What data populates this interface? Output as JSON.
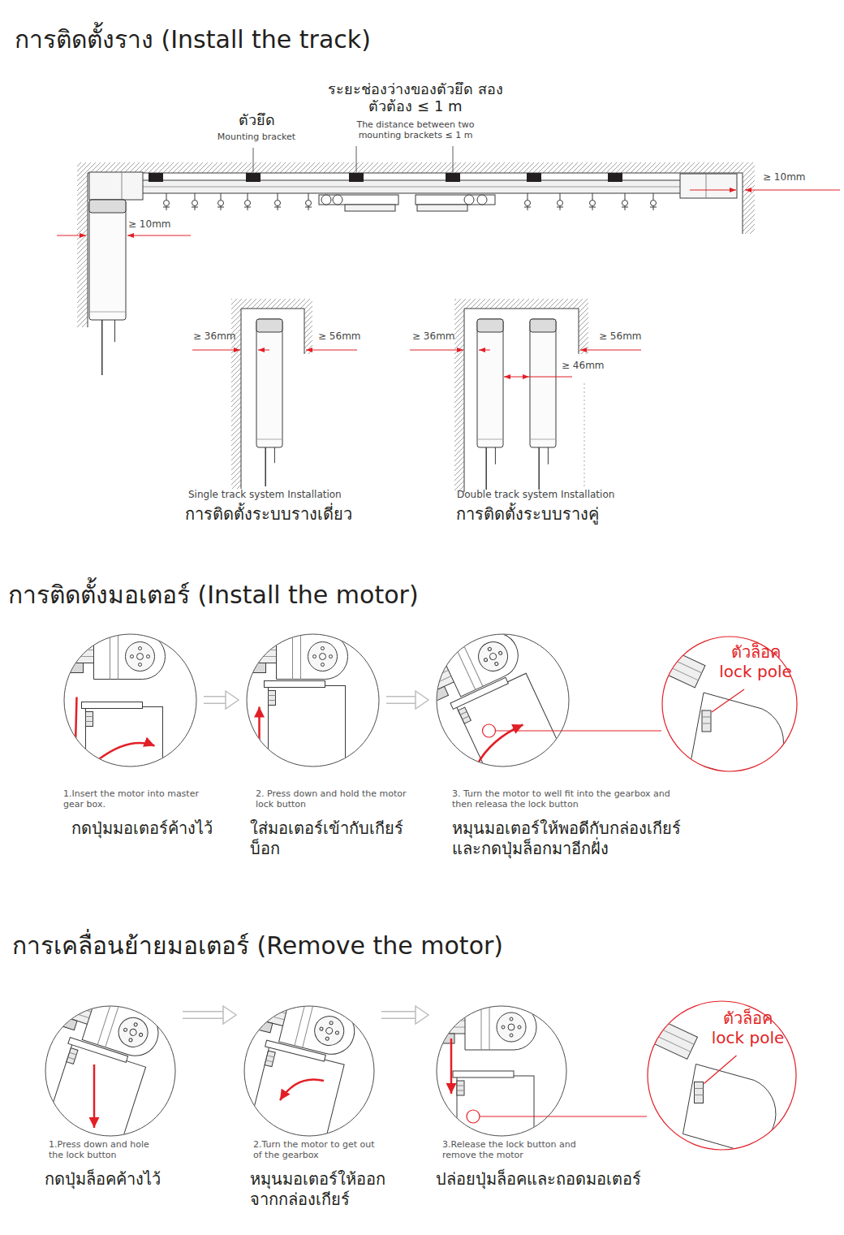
{
  "diagram": {
    "nodes": [
      {
        "text": [
          "1.Insert the motor into master gear box.",
          "กดปุ่มมอเตอร์ค้างไว้"
        ]
      },
      {
        "text": [
          "2. Press down and hold the motor lock button",
          "ใส่มอเตอร์เข้ากับเกียร์ บ็อก"
        ]
      },
      {
        "text": [
          "3. Turn the motor to well fit into the gearbox and then releasa the lock button",
          "หมุนมอเตอร์ให้พอดีกับกล่องเกียร์ และกดปุ่มล็อกมาอีกฝั่ง"
        ]
      },
      {
        "text": [
          "ตัวล็อค",
          "lock pole"
        ]
      },
      {
        "text": [
          "1.Press down and hole the lock button",
          "กดปุ่มล็อคค้างไว้"
        ]
      },
      {
        "text": [
          "2.Turn the motor to get out of the gearbox",
          "หมุนมอเตอร์ให้ออก จากกล่องเกียร์"
        ]
      },
      {
        "text": [
          "3.Release the lock button and remove the motor",
          "ปล่อยปุ่มล็อคและถอดมอเตอร์"
        ]
      },
      {
        "text": [
          "ตัวล็อค",
          "lock pole"
        ]
      }
    ],
    "edges": [
      {
        "from": 0,
        "to": 1,
        "arrow": "to"
      },
      {
        "from": 1,
        "to": 2,
        "arrow": "to"
      },
      {
        "from": 2,
        "to": 3,
        "arrow": "none"
      },
      {
        "from": 4,
        "to": 5,
        "arrow": "to"
      },
      {
        "from": 5,
        "to": 6,
        "arrow": "to"
      },
      {
        "from": 6,
        "to": 7,
        "arrow": "none"
      }
    ],
    "labels": [
      "การติดตั้งราง (Install the track)",
      "ระยะช่องว่างของตัวยึด สองตัวต้อง ≤ 1 m",
      "The distance between two mounting brackets ≤ 1 m",
      "ตัวยึด",
      "Mounting bracket",
      "≥ 10mm",
      "≥ 10mm",
      "≥ 36mm",
      "≥ 56mm",
      "≥ 36mm",
      "≥ 56mm",
      "≥ 46mm",
      "Single track system Installation",
      "การติดตั้งระบบรางเดี่ยว",
      "Double track system Installation",
      "การติดตั้งระบบรางคู่",
      "การติดตั้งมอเตอร์ (Install the motor)",
      "การเคลื่อนย้ายมอเตอร์ (Remove the motor)"
    ]
  }
}
